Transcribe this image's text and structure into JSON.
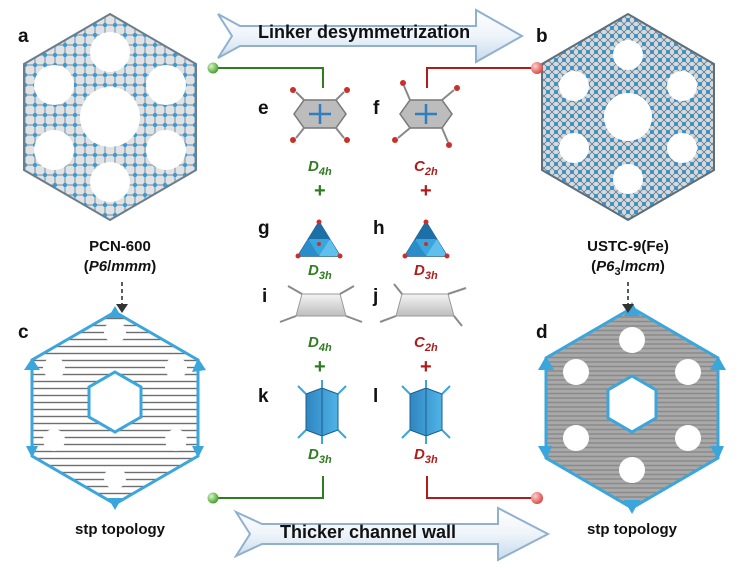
{
  "labels": {
    "a": "a",
    "b": "b",
    "c": "c",
    "d": "d",
    "e": "e",
    "f": "f",
    "g": "g",
    "h": "h",
    "i": "i",
    "j": "j",
    "k": "k",
    "l": "l"
  },
  "arrows": {
    "top": "Linker desymmetrization",
    "bottom": "Thicker channel wall"
  },
  "left": {
    "name": "PCN-600",
    "spacegroup_italic": "P6",
    "spacegroup_rest": "/",
    "spacegroup_italic2": "mmm",
    "topology": "stp topology"
  },
  "right": {
    "name": "USTC-9(Fe)",
    "sg_p": "P6",
    "sg_sub": "3",
    "sg_rest": "/",
    "sg_italic2": "mcm",
    "topology": "stp topology"
  },
  "symmetry": {
    "e": {
      "base": "D",
      "sub": "4h"
    },
    "f": {
      "base": "C",
      "sub": "2h"
    },
    "g": {
      "base": "D",
      "sub": "3h"
    },
    "h": {
      "base": "D",
      "sub": "3h"
    },
    "i": {
      "base": "D",
      "sub": "4h"
    },
    "j": {
      "base": "C",
      "sub": "2h"
    },
    "k": {
      "base": "D",
      "sub": "3h"
    },
    "l": {
      "base": "D",
      "sub": "3h"
    }
  },
  "plus": "+",
  "colors": {
    "green": "#2e7d1f",
    "red": "#b01c1c",
    "mof_blue": "#3aa6dc",
    "gray": "#8a8a8a"
  }
}
